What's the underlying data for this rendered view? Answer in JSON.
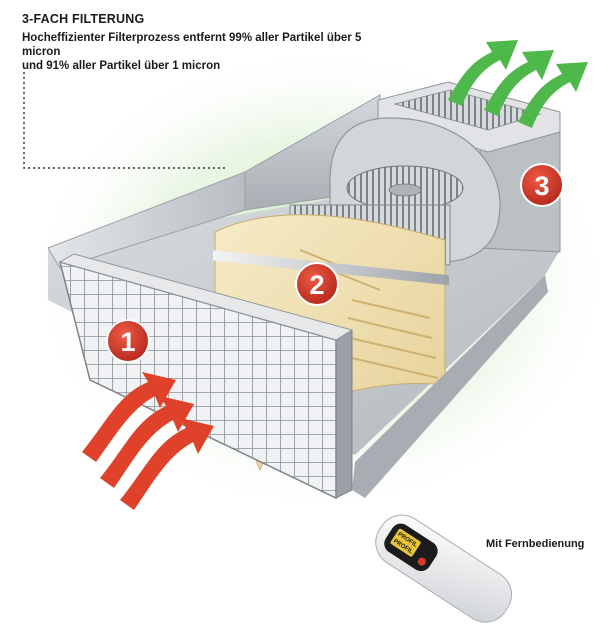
{
  "header": {
    "title": "3-FACH FILTERUNG",
    "description_line1": "Hocheffizienter Filterprozess entfernt 99% aller Partikel über 5 micron",
    "description_line2": "und 91% aller Partikel über 1 micron"
  },
  "stages": [
    {
      "number": "1",
      "icon": "grid-prefilter"
    },
    {
      "number": "2",
      "icon": "pleated-filter"
    },
    {
      "number": "3",
      "icon": "blower-outlet"
    }
  ],
  "remote": {
    "label": "Mit Fernbedienung",
    "brand_line1": "PROFIL",
    "brand_line2": "PROFIL"
  },
  "colors": {
    "badge": "#d63a2c",
    "inflow_arrow": "#e0412a",
    "outflow_arrow": "#4fb84a",
    "housing": "#c9ccd0",
    "filter_media": "#f2e2b4"
  }
}
